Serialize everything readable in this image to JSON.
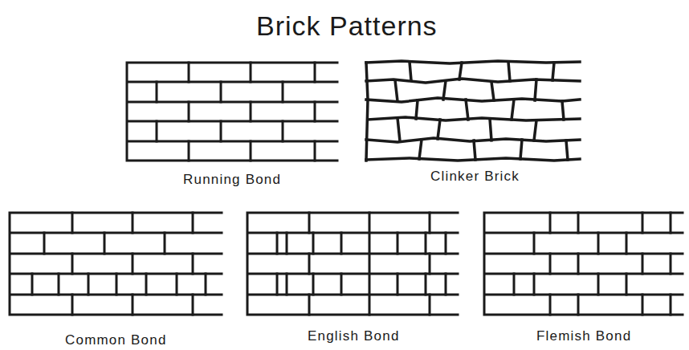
{
  "diagram": {
    "title": "Brick Patterns",
    "labels": [
      "Running Bond",
      "Clinker Brick",
      "Common Bond",
      "English Bond",
      "Flemish Bond"
    ]
  }
}
